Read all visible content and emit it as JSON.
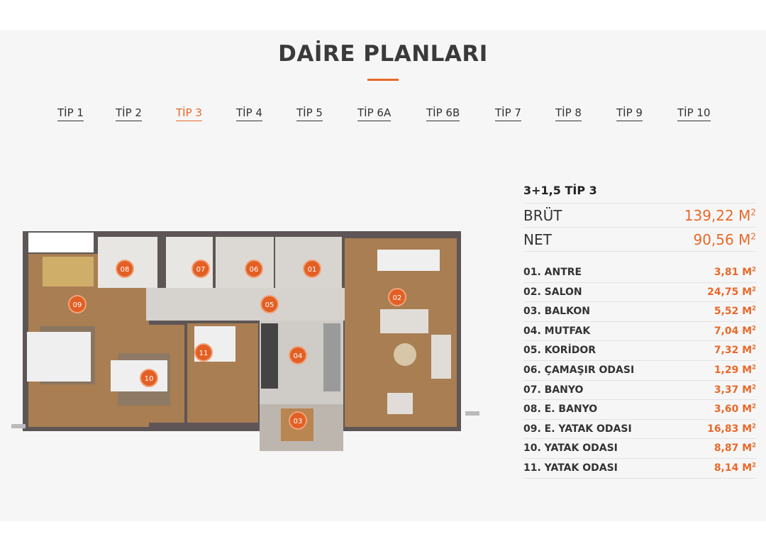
{
  "page": {
    "title": "DAİRE PLANLARI",
    "accent_color": "#e8692a"
  },
  "tabs": [
    {
      "label": "TİP 1",
      "active": false
    },
    {
      "label": "TİP 2",
      "active": false
    },
    {
      "label": "TİP 3",
      "active": true
    },
    {
      "label": "TİP 4",
      "active": false
    },
    {
      "label": "TİP 5",
      "active": false
    },
    {
      "label": "TİP 6A",
      "active": false
    },
    {
      "label": "TİP 6B",
      "active": false
    },
    {
      "label": "TİP 7",
      "active": false
    },
    {
      "label": "TİP 8",
      "active": false
    },
    {
      "label": "TİP 9",
      "active": false
    },
    {
      "label": "TİP 10",
      "active": false
    }
  ],
  "plan": {
    "room_badges": [
      "01",
      "02",
      "03",
      "04",
      "05",
      "06",
      "07",
      "08",
      "09",
      "10",
      "11"
    ]
  },
  "info": {
    "title": "3+1,5 TİP 3",
    "brut_label": "BRÜT",
    "brut_value": "139,22 M",
    "net_label": "NET",
    "net_value": "90,56 M",
    "unit_sup": "2",
    "rooms": [
      {
        "label": "01. ANTRE",
        "value": "3,81 M"
      },
      {
        "label": "02. SALON",
        "value": "24,75 M"
      },
      {
        "label": "03. BALKON",
        "value": "5,52 M"
      },
      {
        "label": "04. MUTFAK",
        "value": "7,04 M"
      },
      {
        "label": "05. KORİDOR",
        "value": "7,32 M"
      },
      {
        "label": "06. ÇAMAŞIR ODASI",
        "value": "1,29 M"
      },
      {
        "label": "07. BANYO",
        "value": "3,37 M"
      },
      {
        "label": "08. E. BANYO",
        "value": "3,60 M"
      },
      {
        "label": "09. E. YATAK ODASI",
        "value": "16,83 M"
      },
      {
        "label": "10. YATAK ODASI",
        "value": "8,87 M"
      },
      {
        "label": "11. YATAK ODASI",
        "value": "8,14 M"
      }
    ]
  }
}
